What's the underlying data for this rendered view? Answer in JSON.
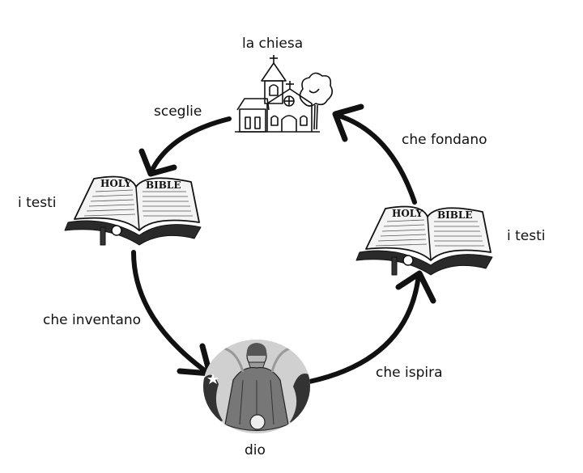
{
  "diagram": {
    "nodes": {
      "church": {
        "label": "la chiesa",
        "icon": "church-icon"
      },
      "texts_left": {
        "label": "i testi",
        "icon": "bible-icon"
      },
      "texts_right": {
        "label": "i testi",
        "icon": "bible-icon"
      },
      "god": {
        "label": "dio",
        "icon": "god-figure-icon"
      }
    },
    "edges": {
      "church_to_texts": {
        "label": "sceglie"
      },
      "texts_to_god": {
        "label": "che inventano"
      },
      "god_to_texts": {
        "label": "che ispira"
      },
      "texts_to_church": {
        "label": "che fondano"
      }
    },
    "bible_title_left": "HOLY",
    "bible_title_right": "BIBLE",
    "colors": {
      "ink": "#111111",
      "background": "#ffffff"
    }
  }
}
